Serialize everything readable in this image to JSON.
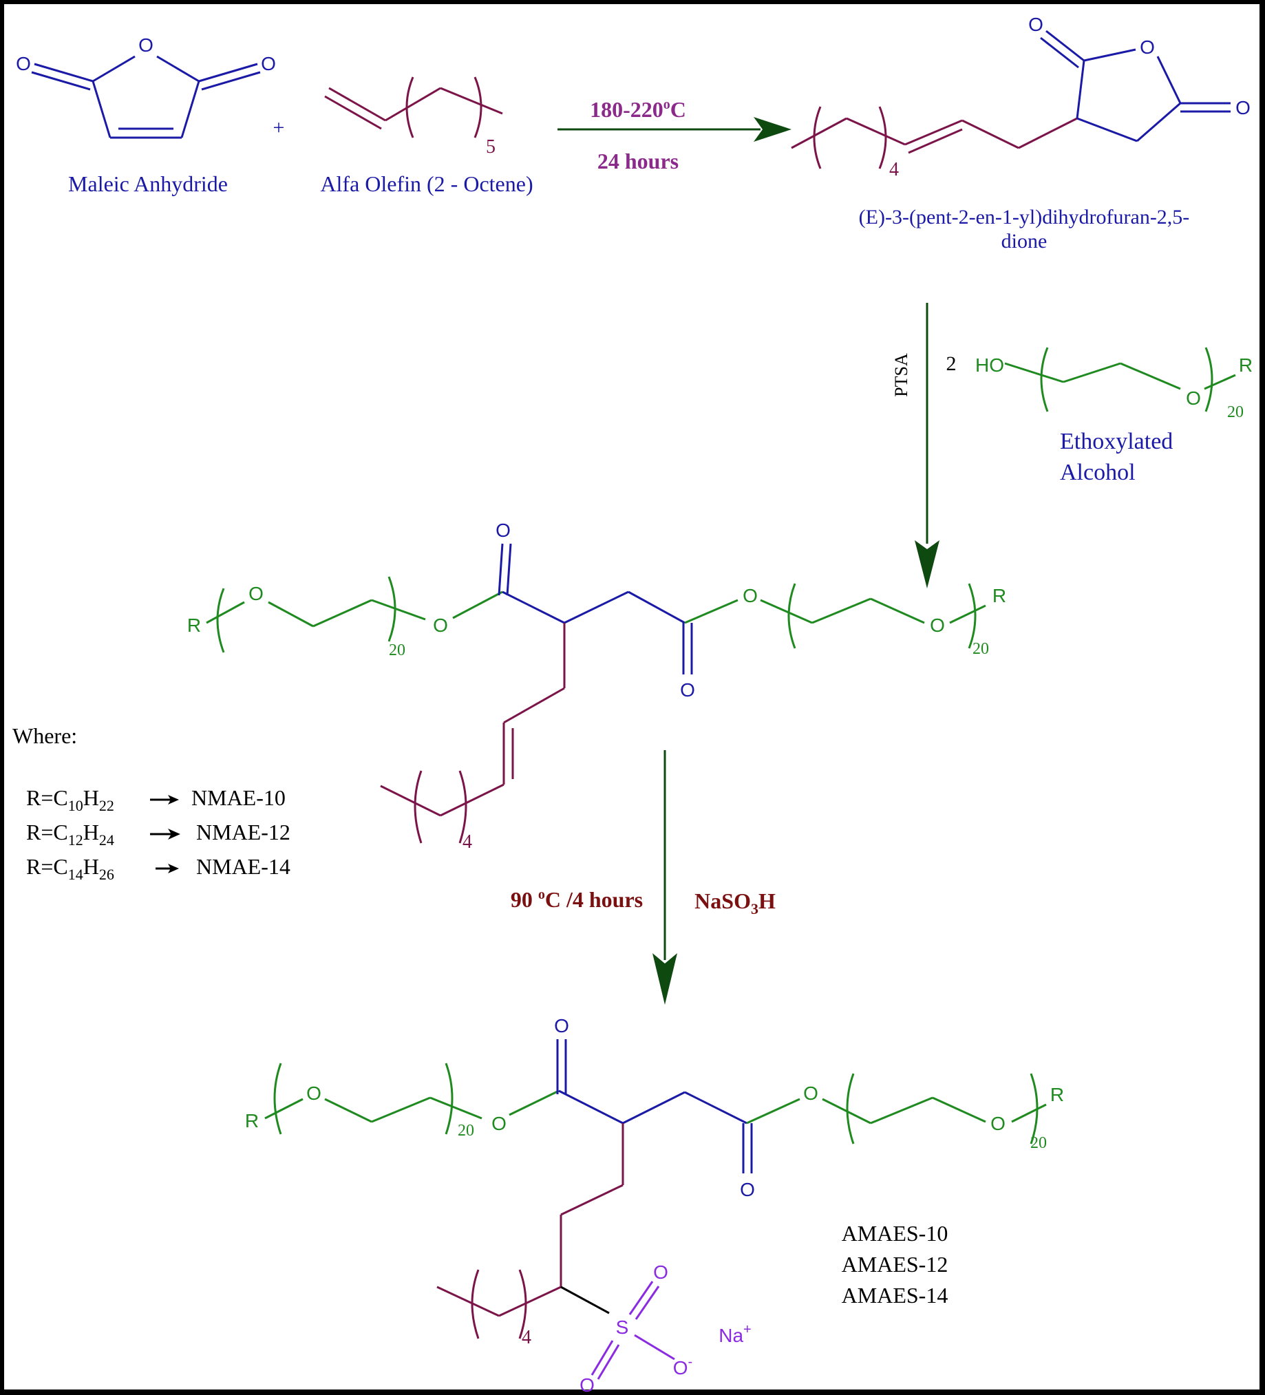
{
  "colors": {
    "blue": "#1a1aa6",
    "maroon": "#7b1448",
    "green": "#1f8a1f",
    "darkgreen": "#0e4a10",
    "purple": "#8b2a8b",
    "darkred": "#7a1010",
    "violet": "#8a2be2",
    "black": "#000000"
  },
  "reactants": {
    "maleic_anhydride_label": "Maleic Anhydride",
    "plus": "+",
    "olefin_label": "Alfa Olefin (2 - Octene)",
    "olefin_repeat": "5"
  },
  "step1": {
    "temperature_prefix": "180-220",
    "temperature_sup": "o",
    "temperature_suffix": "C",
    "time": "24 hours"
  },
  "intermediate": {
    "name_line1": "(E)-3-(pent-2-en-1-yl)dihydrofuran-2,5-",
    "name_line2": "dione",
    "repeat": "4"
  },
  "step2": {
    "catalyst": "PTSA",
    "equivalents": "2",
    "reagent_line1": "Ethoxylated",
    "reagent_line2": "Alcohol",
    "repeat": "20"
  },
  "atoms": {
    "O": "O",
    "HO": "HO",
    "R": "R",
    "S": "S",
    "O_minus": "O",
    "minus": "-",
    "Na": "Na",
    "plus": "+"
  },
  "nmae": {
    "repeat_left": "20",
    "repeat_right": "20",
    "chain_repeat": "4"
  },
  "legend": {
    "title": "Where:",
    "rows": [
      {
        "r": "R=C",
        "c_sub": "10",
        "h": "H",
        "h_sub": "22",
        "product": "NMAE-10"
      },
      {
        "r": "R=C",
        "c_sub": "12",
        "h": "H",
        "h_sub": "24",
        "product": "NMAE-12"
      },
      {
        "r": "R=C",
        "c_sub": "14",
        "h": "H",
        "h_sub": "26",
        "product": "NMAE-14"
      }
    ]
  },
  "step3": {
    "temperature_value": "90 ",
    "temperature_sup": "o",
    "temperature_suffix": "C /4 hours",
    "reagent_prefix": "NaSO",
    "reagent_sub": "3",
    "reagent_suffix": "H"
  },
  "amaes": {
    "repeat_left": "20",
    "repeat_right": "20",
    "chain_repeat": "4",
    "products": [
      "AMAES-10",
      "AMAES-12",
      "AMAES-14"
    ]
  }
}
